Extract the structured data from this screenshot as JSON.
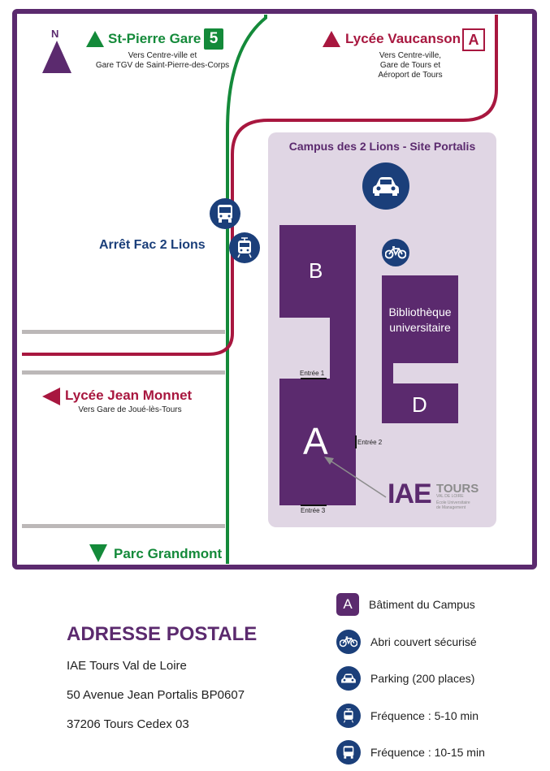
{
  "compass": {
    "label": "N"
  },
  "stations": {
    "st_pierre": {
      "name": "St-Pierre Gare",
      "badge": "5",
      "desc_1": "Vers Centre-ville et",
      "desc_2": "Gare TGV de Saint-Pierre-des-Corps"
    },
    "vaucanson": {
      "name": "Lycée Vaucanson",
      "badge": "A",
      "desc_1": "Vers Centre-ville,",
      "desc_2": "Gare de Tours et",
      "desc_3": "Aéroport de Tours"
    },
    "jean_monnet": {
      "name": "Lycée Jean Monnet",
      "desc_1": "Vers Gare de Joué-lès-Tours"
    },
    "grandmont": {
      "name": "Parc Grandmont"
    },
    "stop": {
      "name": "Arrêt Fac 2 Lions"
    }
  },
  "campus": {
    "title": "Campus des 2 Lions - Site Portalis",
    "building_b": "B",
    "building_a": "A",
    "building_d": "D",
    "library_1": "Bibliothèque",
    "library_2": "universitaire",
    "entrance_1": "Entrée 1",
    "entrance_2": "Entrée 2",
    "entrance_3": "Entrée 3",
    "logo": {
      "main": "IAE",
      "tours": "TOURS",
      "sub1": "VAL DE LOIRE",
      "sub2": "École Universitaire",
      "sub3": "de Management"
    }
  },
  "address": {
    "title": "ADRESSE POSTALE",
    "line_1": "IAE Tours Val de Loire",
    "line_2": "50 Avenue Jean Portalis BP0607",
    "line_3": "37206 Tours Cedex 03"
  },
  "legend": [
    {
      "icon": "A",
      "label": "Bâtiment du Campus"
    },
    {
      "icon": "bike-icon",
      "label": "Abri couvert sécurisé"
    },
    {
      "icon": "car-icon",
      "label": "Parking (200 places)"
    },
    {
      "icon": "tram-icon",
      "label": "Fréquence : 5-10 min"
    },
    {
      "icon": "bus-icon",
      "label": "Fréquence : 10-15 min"
    }
  ],
  "colors": {
    "purple": "#5b2a6e",
    "tram_green": "#148a3a",
    "line_red": "#a8173f",
    "navy": "#1b3f7a",
    "campus_bg": "#e0d6e4",
    "road_gray": "#bcb8b8"
  }
}
